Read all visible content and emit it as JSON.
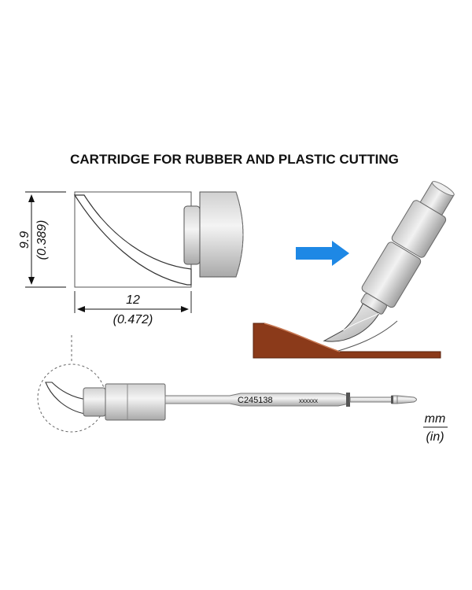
{
  "title": "CARTRIDGE FOR RUBBER AND PLASTIC CUTTING",
  "dimensions": {
    "height_mm": "9.9",
    "height_in": "(0.389)",
    "width_mm": "12",
    "width_in": "(0.472)"
  },
  "cartridge": {
    "model": "C245138",
    "code": "xxxxxx"
  },
  "units": {
    "metric": "mm",
    "imperial": "(in)"
  },
  "colors": {
    "arrow": "#1e88e5",
    "material": "#8b3a1a"
  }
}
